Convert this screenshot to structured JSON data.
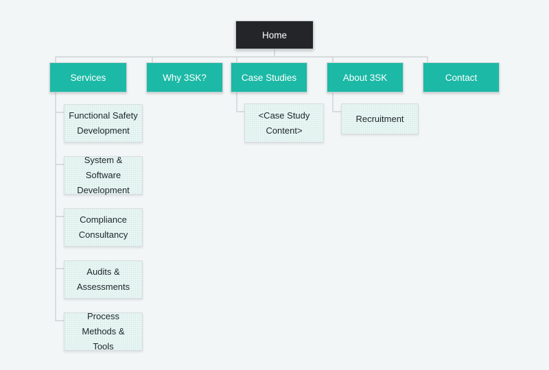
{
  "colors": {
    "canvas_bg": "#f3f6f7",
    "root_bg": "#232528",
    "root_text": "#ffffff",
    "primary_bg": "#1cb9a6",
    "primary_text": "#ffffff",
    "secondary_bg": "#edf8f5",
    "secondary_text": "#1d2429",
    "connector": "#ccd2d5"
  },
  "sitemap": {
    "root": {
      "label": "Home"
    },
    "sections": [
      {
        "label": "Services",
        "children": [
          {
            "label": "Functional Safety Development"
          },
          {
            "label": "System & Software Development"
          },
          {
            "label": "Compliance Consultancy"
          },
          {
            "label": "Audits & Assessments"
          },
          {
            "label": "Process Methods & Tools"
          }
        ]
      },
      {
        "label": "Why 3SK?",
        "children": []
      },
      {
        "label": "Case Studies",
        "children": [
          {
            "label": "<Case Study Content>"
          }
        ]
      },
      {
        "label": "About 3SK",
        "children": [
          {
            "label": "Recruitment"
          }
        ]
      },
      {
        "label": "Contact",
        "children": []
      }
    ]
  }
}
